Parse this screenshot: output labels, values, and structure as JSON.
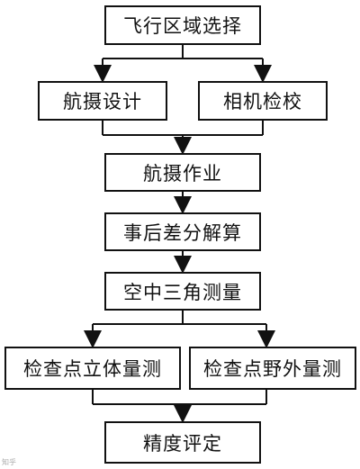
{
  "nodes": {
    "select_area": "飞行区域选择",
    "design": "航摄设计",
    "calibrate": "相机检校",
    "operation": "航摄作业",
    "pp_diff": "事后差分解算",
    "triangulation": "空中三角测量",
    "stereo_check": "检查点立体量测",
    "field_check": "检查点野外量测",
    "accuracy": "精度评定"
  },
  "edges": [
    [
      "select_area",
      "design"
    ],
    [
      "select_area",
      "calibrate"
    ],
    [
      "design",
      "operation"
    ],
    [
      "calibrate",
      "operation"
    ],
    [
      "operation",
      "pp_diff"
    ],
    [
      "pp_diff",
      "triangulation"
    ],
    [
      "triangulation",
      "stereo_check"
    ],
    [
      "triangulation",
      "field_check"
    ],
    [
      "stereo_check",
      "accuracy"
    ],
    [
      "field_check",
      "accuracy"
    ]
  ],
  "watermark": "知乎"
}
